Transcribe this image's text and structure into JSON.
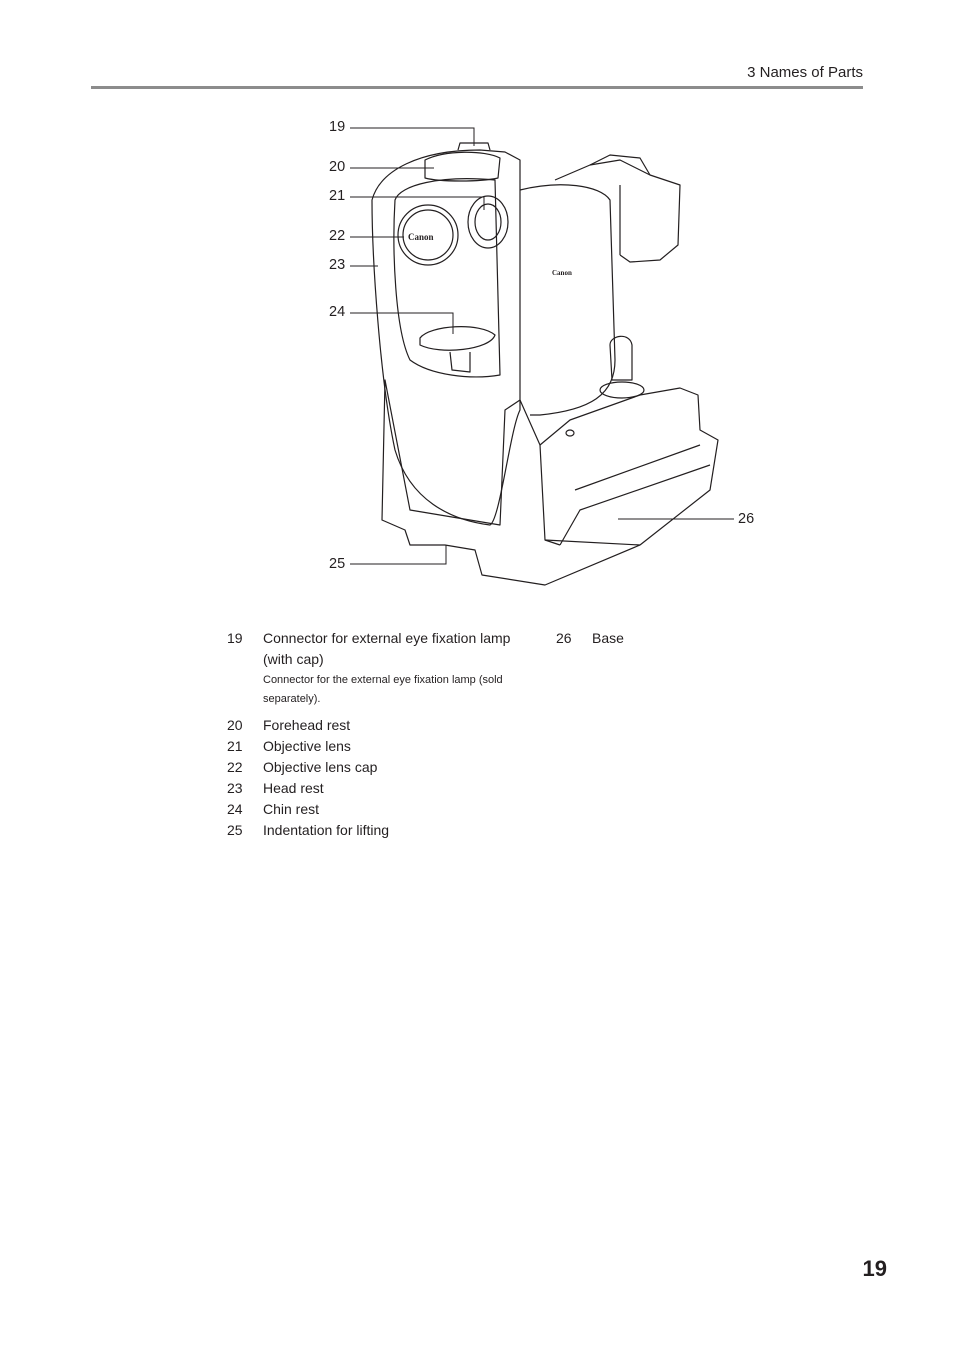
{
  "header": {
    "section_title": "3 Names of Parts"
  },
  "figure": {
    "callouts": [
      {
        "num": "19"
      },
      {
        "num": "20"
      },
      {
        "num": "21"
      },
      {
        "num": "22"
      },
      {
        "num": "23"
      },
      {
        "num": "24"
      },
      {
        "num": "25"
      },
      {
        "num": "26"
      }
    ],
    "brand_logo_text": "Canon"
  },
  "legend": {
    "left": [
      {
        "num": "19",
        "label": "Connector for external eye fixation lamp (with cap)",
        "note": "Connector for the external eye fixation lamp (sold separately)."
      },
      {
        "num": "20",
        "label": "Forehead rest"
      },
      {
        "num": "21",
        "label": "Objective lens"
      },
      {
        "num": "22",
        "label": "Objective lens cap"
      },
      {
        "num": "23",
        "label": "Head rest"
      },
      {
        "num": "24",
        "label": "Chin rest"
      },
      {
        "num": "25",
        "label": "Indentation for lifting"
      }
    ],
    "right": [
      {
        "num": "26",
        "label": "Base"
      }
    ]
  },
  "page_number": "19"
}
